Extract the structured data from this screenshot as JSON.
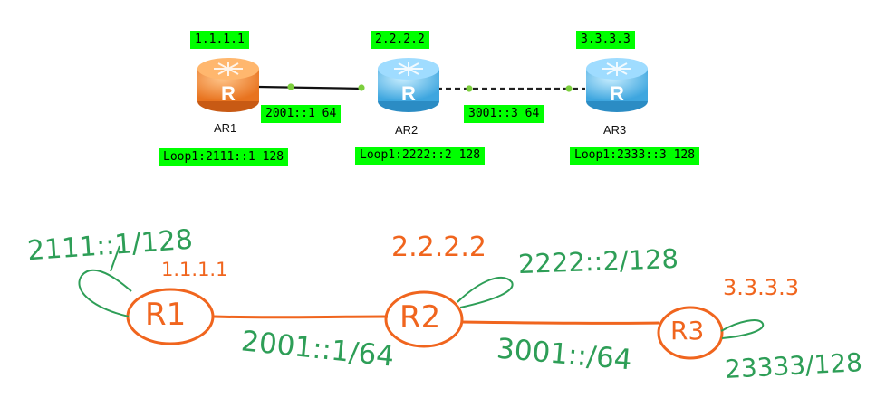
{
  "topology": {
    "routers": [
      {
        "name": "AR1",
        "router_id": "1.1.1.1",
        "loopback": "Loop1:2111::1 128",
        "color": "#f28a35"
      },
      {
        "name": "AR2",
        "router_id": "2.2.2.2",
        "loopback": "Loop1:2222::2 128",
        "color": "#56b8ea"
      },
      {
        "name": "AR3",
        "router_id": "3.3.3.3",
        "loopback": "Loop1:2333::3 128",
        "color": "#56b8ea"
      }
    ],
    "links": [
      {
        "label": "2001::1 64",
        "style": "solid"
      },
      {
        "label": "3001::3 64",
        "style": "dashed"
      }
    ],
    "router_glyph": "R",
    "label_color": "#00ff00",
    "port_dot_color": "#7ccf3d"
  },
  "sketch": {
    "routers": [
      {
        "label": "R1",
        "router_id": "1.1.1.1",
        "loopback": "2111::1/128"
      },
      {
        "label": "R2",
        "router_id": "2.2.2.2",
        "loopback": "2222::2/128"
      },
      {
        "label": "R3",
        "router_id": "3.3.3.3",
        "loopback": "23333/128"
      }
    ],
    "links": [
      {
        "label": "2001::1/64"
      },
      {
        "label": "3001::/64"
      }
    ],
    "ink_orange": "#f0651e",
    "ink_green": "#2e9e57"
  }
}
